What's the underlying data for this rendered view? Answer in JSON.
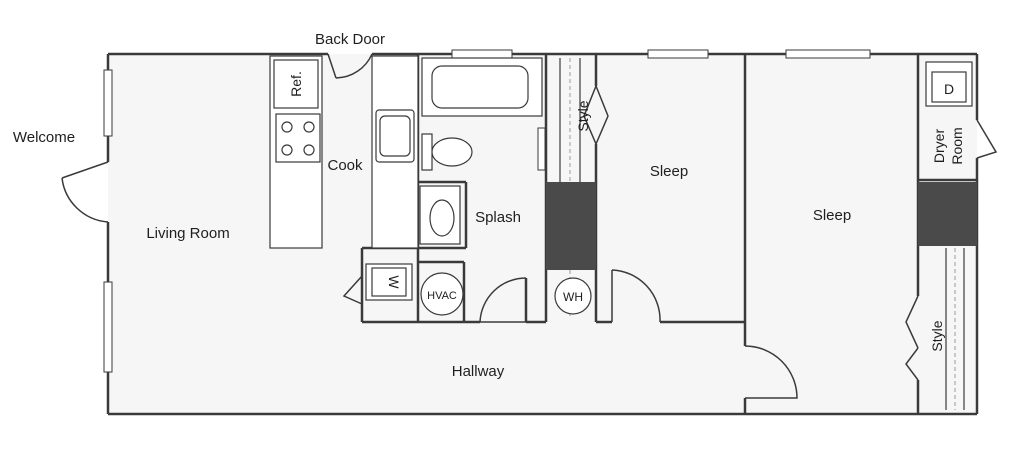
{
  "floorplan": {
    "colors": {
      "wall": "#3a3a3a",
      "floor": "#f5f6f5",
      "fixture": "#ffffff",
      "dark_panel": "#4a4a4a",
      "rod": "#9a9a9a"
    },
    "labels": {
      "back_door": "Back Door",
      "welcome": "Welcome",
      "living_room": "Living Room",
      "cook": "Cook",
      "splash": "Splash",
      "sleep_1": "Sleep",
      "sleep_2": "Sleep",
      "hallway": "Hallway",
      "style_1": "Style",
      "style_2": "Style",
      "dryer_room_line1": "Dryer",
      "dryer_room_line2": "Room"
    },
    "appliances": {
      "refrigerator": "Ref.",
      "dryer": "D",
      "washer": "W",
      "hvac": "HVAC",
      "water_heater": "WH"
    }
  }
}
